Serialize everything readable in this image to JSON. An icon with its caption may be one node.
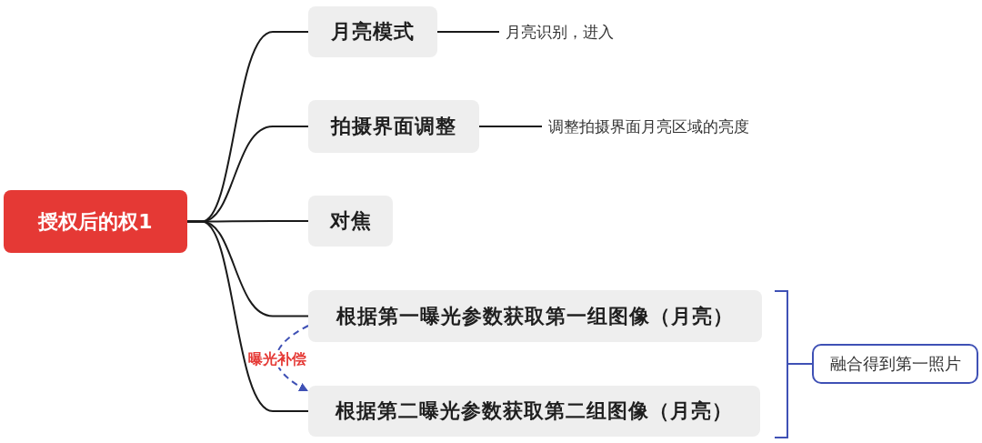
{
  "diagram": {
    "nodes": [
      {
        "text": [
          "授权后的权1"
        ]
      },
      {
        "text": [
          "月亮模式"
        ]
      },
      {
        "text": [
          "月亮识别，进入"
        ]
      },
      {
        "text": [
          "拍摄界面调整"
        ]
      },
      {
        "text": [
          "调整拍摄界面月亮区域的亮度"
        ]
      },
      {
        "text": [
          "对焦"
        ]
      },
      {
        "text": [
          "根据第一曝光参数获取第一组图像（月亮）"
        ]
      },
      {
        "text": [
          "根据第二曝光参数获取第二组图像（月亮）"
        ]
      },
      {
        "text": [
          "融合得到第一照片"
        ]
      }
    ],
    "edges": [
      {
        "from": 0,
        "to": 1,
        "arrow": "none"
      },
      {
        "from": 0,
        "to": 3,
        "arrow": "none"
      },
      {
        "from": 0,
        "to": 5,
        "arrow": "none"
      },
      {
        "from": 0,
        "to": 6,
        "arrow": "none"
      },
      {
        "from": 0,
        "to": 7,
        "arrow": "none"
      },
      {
        "from": 1,
        "to": 2,
        "arrow": "none"
      },
      {
        "from": 3,
        "to": 4,
        "arrow": "none"
      },
      {
        "from": 6,
        "to": 7,
        "arrow": "to",
        "label": "曝光补偿",
        "style": "dashed",
        "color": "#3f51b5"
      },
      {
        "from": 6,
        "to": 8,
        "arrow": "none",
        "color": "#3f51b5"
      },
      {
        "from": 7,
        "to": 8,
        "arrow": "none",
        "color": "#3f51b5"
      }
    ]
  }
}
